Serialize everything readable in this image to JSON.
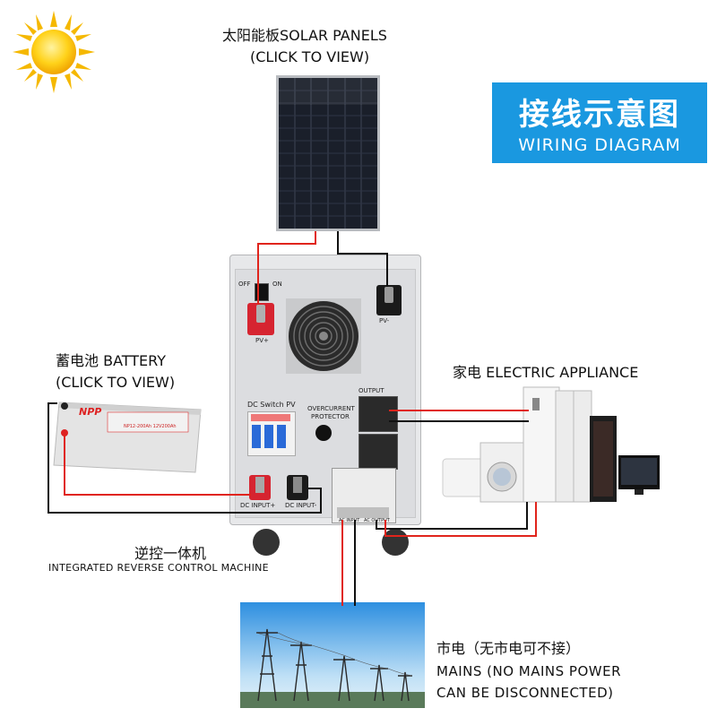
{
  "title": {
    "cn": "接线示意图",
    "en": "WIRING DIAGRAM"
  },
  "solar": {
    "label": "太阳能板SOLAR PANELS",
    "link": "(CLICK TO VIEW)"
  },
  "battery": {
    "label": "蓄电池 BATTERY",
    "link": "(CLICK TO VIEW)",
    "brand": "NPP",
    "model": "NP12-200Ah 12V200Ah"
  },
  "appliance": {
    "label": "家电 ELECTRIC APPLIANCE"
  },
  "machine": {
    "label_cn": "逆控一体机",
    "label_en": "INTEGRATED REVERSE CONTROL MACHINE",
    "panel": {
      "off": "OFF",
      "on": "ON",
      "pv_plus": "PV+",
      "pv_minus": "PV-",
      "dc_switch": "DC Switch PV",
      "overcurrent": "OVERCURRENT",
      "protector": "PROTECTOR",
      "output": "OUTPUT",
      "dc_input_plus": "DC INPUT+",
      "dc_input_minus": "DC INPUT-",
      "ac_input": "AC INPUT",
      "ac_output": "AC OUTPUT"
    }
  },
  "mains": {
    "label_cn": "市电（无市电可不接）",
    "label_en_1": "MAINS (NO MAINS POWER",
    "label_en_2": "CAN BE DISCONNECTED)"
  },
  "colors": {
    "title_bg": "#1a98e0",
    "wire_red": "#e0241c",
    "wire_black": "#111111"
  }
}
